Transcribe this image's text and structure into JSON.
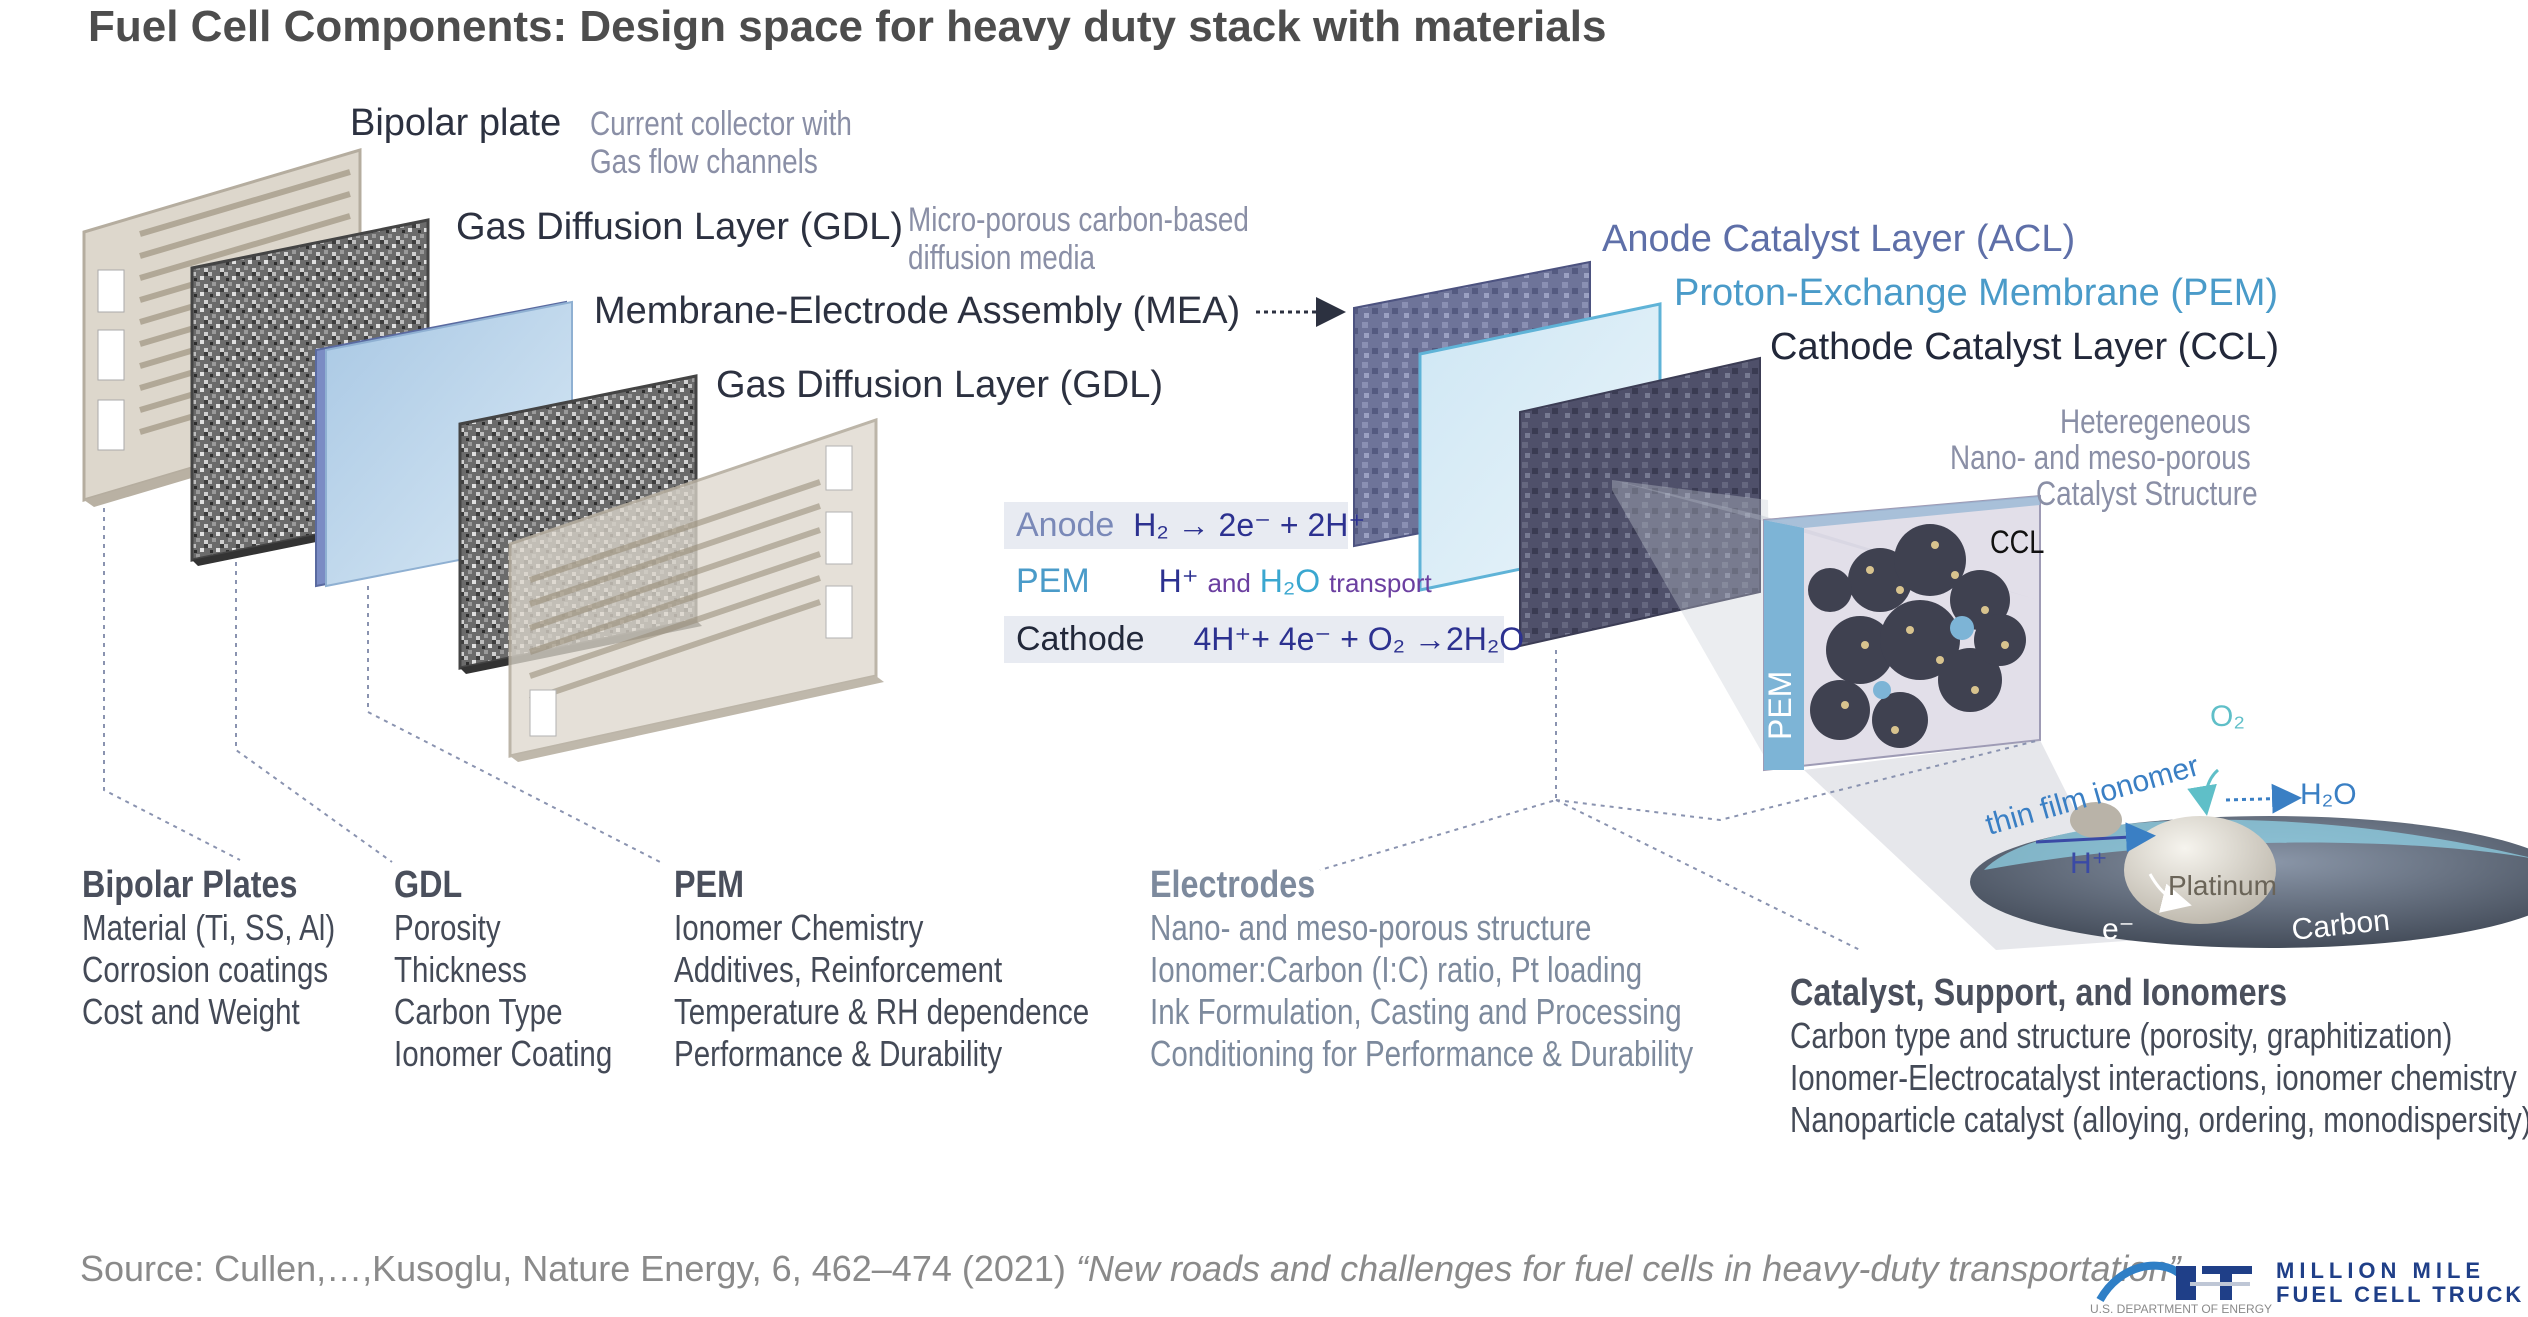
{
  "title": "Fuel Cell Components:  Design space for heavy duty stack with materials",
  "left_stack": {
    "bipolar_plate": {
      "label": "Bipolar plate",
      "note_lines": [
        "Current collector with",
        "Gas flow channels"
      ]
    },
    "gdl_top": {
      "label": "Gas Diffusion Layer (GDL)",
      "note_lines": [
        "Micro-porous carbon-based",
        "diffusion media"
      ]
    },
    "mea": {
      "label": "Membrane-Electrode Assembly (MEA)"
    },
    "gdl_bottom": {
      "label": "Gas Diffusion Layer (GDL)"
    }
  },
  "right_stack": {
    "acl": "Anode Catalyst Layer  (ACL)",
    "pem": "Proton-Exchange Membrane (PEM)",
    "ccl": "Cathode Catalyst Layer (CCL)",
    "structure_note": [
      "Heteregeneous",
      "Nano- and meso-porous",
      "Catalyst Structure"
    ],
    "cube_ccl": "CCL",
    "cube_pem": "PEM"
  },
  "reactions": {
    "anode": {
      "label": "Anode",
      "eq": "H₂ → 2e⁻ + 2H⁺"
    },
    "pem": {
      "label": "PEM",
      "eq_a": "H⁺",
      "eq_b": "and",
      "eq_c": "H₂O",
      "eq_d": "transport"
    },
    "cathode": {
      "label": "Cathode",
      "eq": "4H⁺+ 4e⁻ + O₂ →2H₂O"
    }
  },
  "particle": {
    "thin_film": "thin film ionomer",
    "o2": "O₂",
    "h2o": "H₂O",
    "hplus": "H⁺",
    "eminus": "e⁻",
    "platinum": "Platinum",
    "carbon": "Carbon"
  },
  "columns": {
    "bipolar": {
      "title": "Bipolar Plates",
      "lines": [
        "Material (Ti, SS, Al)",
        "Corrosion coatings",
        "Cost and Weight"
      ]
    },
    "gdl": {
      "title": "GDL",
      "lines": [
        "Porosity",
        "Thickness",
        "Carbon Type",
        "Ionomer Coating"
      ]
    },
    "pem": {
      "title": "PEM",
      "lines": [
        "Ionomer Chemistry",
        "Additives, Reinforcement",
        "Temperature & RH dependence",
        "Performance & Durability"
      ]
    },
    "electrodes": {
      "title": "Electrodes",
      "lines": [
        "Nano- and meso-porous structure",
        "Ionomer:Carbon (I:C) ratio, Pt loading",
        "Ink Formulation, Casting and Processing",
        "Conditioning for Performance & Durability"
      ]
    },
    "catalyst": {
      "title": "Catalyst, Support, and Ionomers",
      "lines": [
        "Carbon type and structure (porosity, graphitization)",
        "Ionomer-Electrocatalyst interactions, ionomer chemistry",
        "Nanoparticle catalyst (alloying, ordering, monodispersity)"
      ]
    }
  },
  "source": {
    "prefix": "Source:    Cullen,…,Kusoglu, Nature Energy, 6, 462–474 (2021) ",
    "title": "“New roads and challenges for fuel cells in heavy-duty transportation”"
  },
  "logo": {
    "line1": "MILLION MILE",
    "line2": "FUEL CELL TRUCK",
    "small": "U.S. DEPARTMENT OF ENERGY",
    "mark": "M²FCT"
  },
  "colors": {
    "acl": "#5e6fa8",
    "pem": "#4a9bc9",
    "plate": "#d6d0c6",
    "dark_text": "#2c3140"
  }
}
